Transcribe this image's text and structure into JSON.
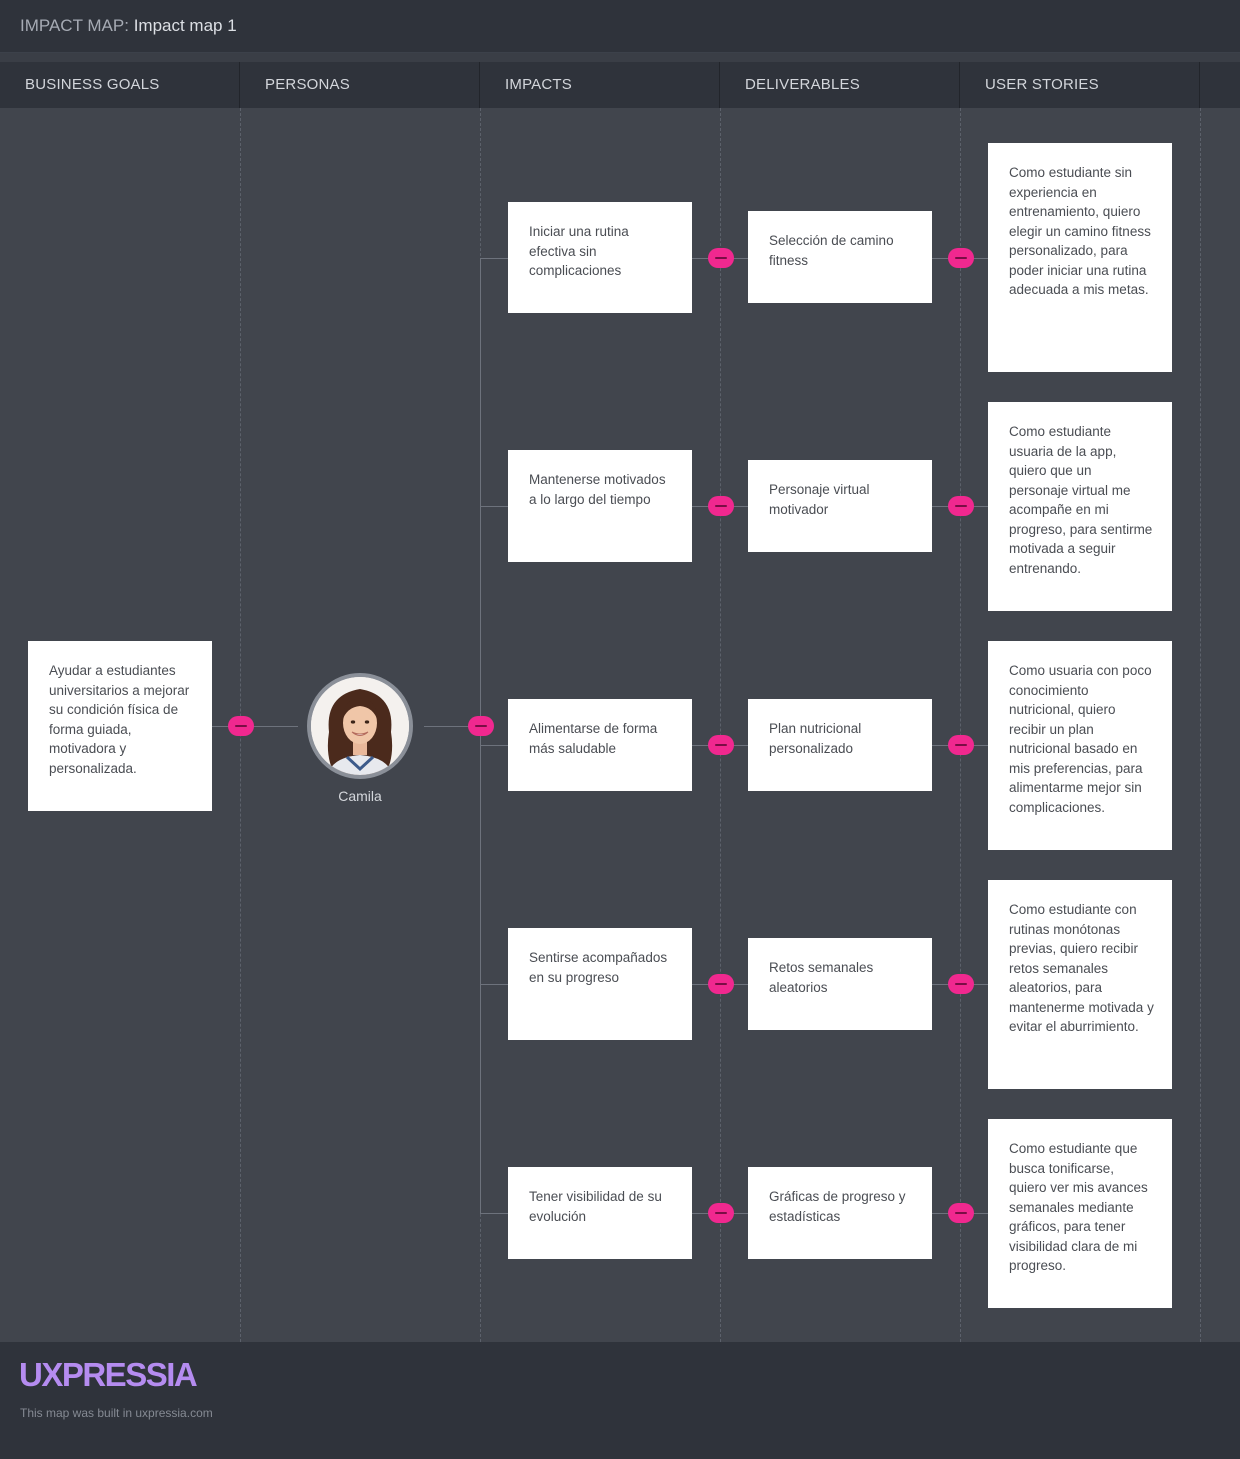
{
  "header": {
    "prefix": "IMPACT MAP:",
    "name": "Impact map 1"
  },
  "columns": [
    "BUSINESS GOALS",
    "PERSONAS",
    "IMPACTS",
    "DELIVERABLES",
    "USER STORIES"
  ],
  "business_goal": "Ayudar a estudiantes universitarios a mejorar su condición física de forma guiada, motivadora y personalizada.",
  "persona": {
    "name": "Camila",
    "icon": "persona-avatar-icon"
  },
  "rows": [
    {
      "impact": "Iniciar una rutina efectiva sin complicaciones",
      "deliverable": "Selección de camino fitness",
      "story": "Como estudiante sin experiencia en entrenamiento, quiero elegir un camino fitness personalizado, para poder iniciar una rutina adecuada a mis metas."
    },
    {
      "impact": "Mantenerse motivados a lo largo del tiempo",
      "deliverable": "Personaje virtual motivador",
      "story": "Como estudiante usuaria de la app, quiero que un personaje virtual me acompañe en mi progreso, para sentirme motivada a seguir entrenando."
    },
    {
      "impact": "Alimentarse de forma más saludable",
      "deliverable": "Plan nutricional personalizado",
      "story": "Como usuaria con poco conocimiento nutricional, quiero recibir un plan nutricional basado en mis preferencias, para alimentarme mejor sin complicaciones."
    },
    {
      "impact": "Sentirse acompañados en su progreso",
      "deliverable": "Retos semanales aleatorios",
      "story": "Como estudiante con rutinas monótonas previas, quiero recibir retos semanales aleatorios, para mantenerme motivada y evitar el aburrimiento."
    },
    {
      "impact": "Tener visibilidad de su evolución",
      "deliverable": "Gráficas de progreso y estadísticas",
      "story": "Como estudiante que busca tonificarse, quiero ver mis avances semanales mediante gráficos, para tener visibilidad clara de mi progreso."
    }
  ],
  "footer": {
    "logo": "UXPRESSIA",
    "note": "This map was built in uxpressia.com"
  },
  "colors": {
    "accent": "#f0288f",
    "logo": "#b58cf0",
    "card": "#ffffff",
    "canvas": "#41454d"
  }
}
